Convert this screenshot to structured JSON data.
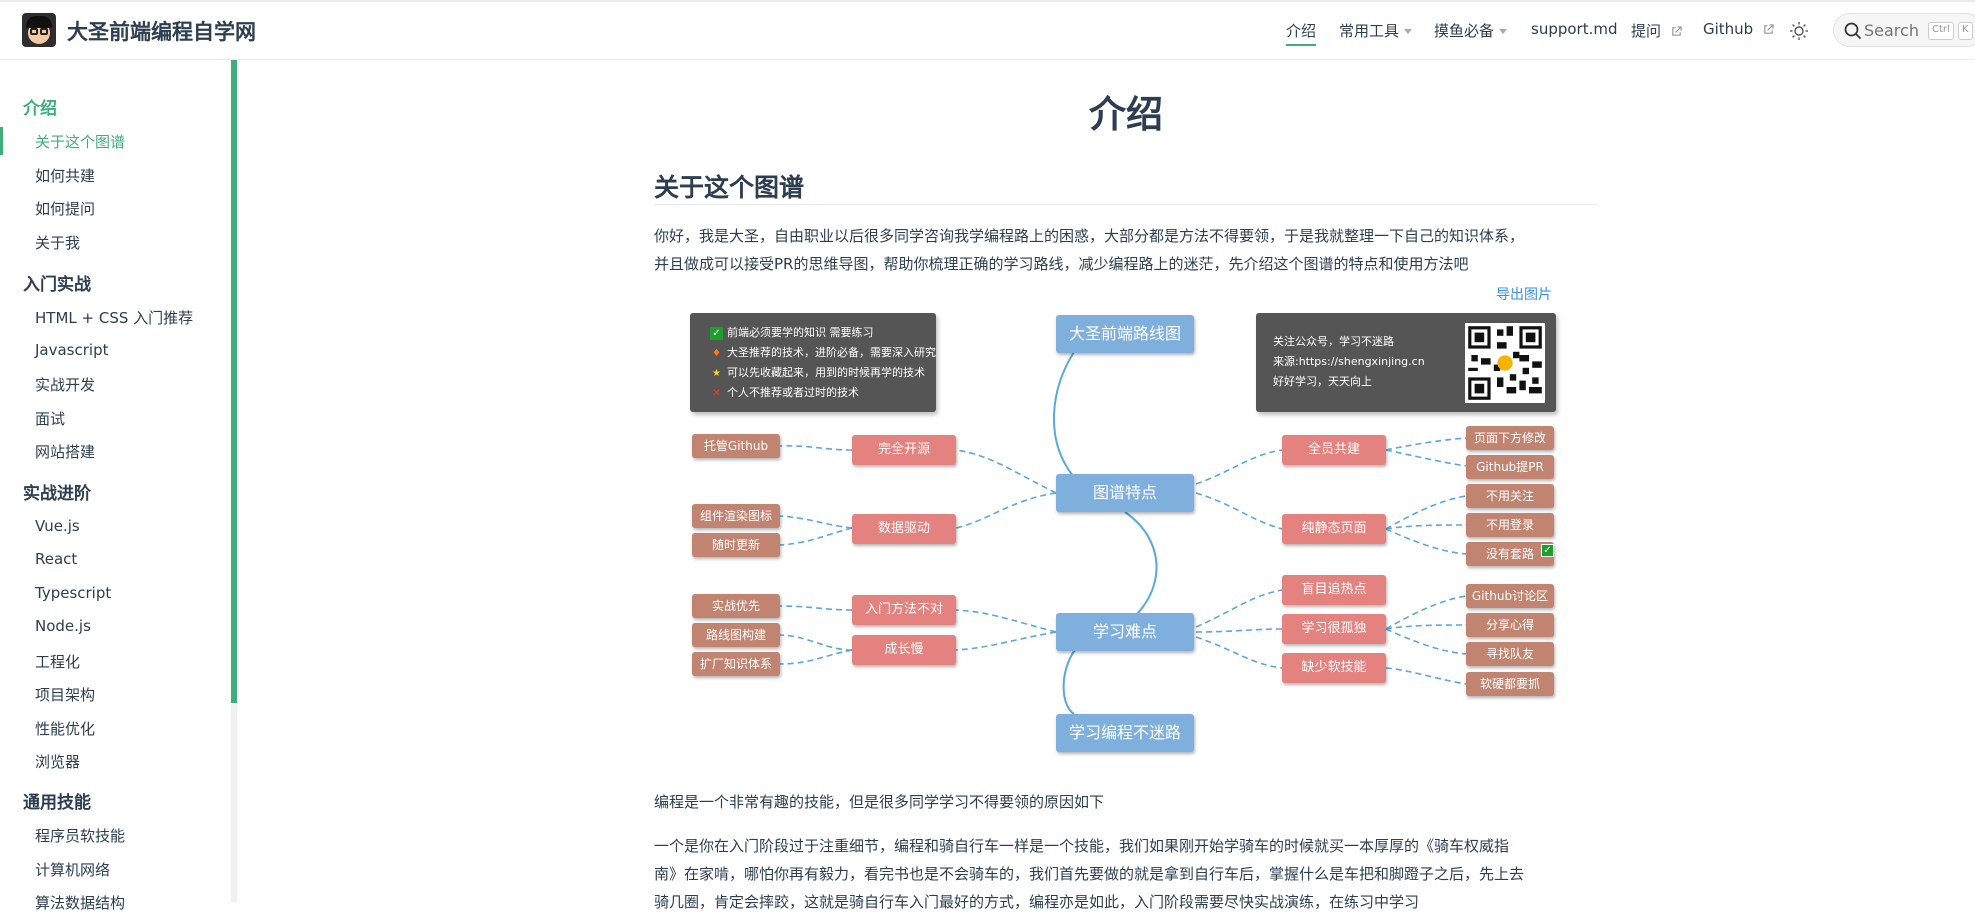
{
  "site": {
    "title": "大圣前端编程自学网"
  },
  "nav": {
    "intro": "介绍",
    "tools": "常用工具",
    "fish": "摸鱼必备",
    "support": "support.md",
    "ask": "提问",
    "github": "Github",
    "search_placeholder": "Search",
    "kbd_ctrl": "Ctrl",
    "kbd_k": "K"
  },
  "sidebar": {
    "groups": [
      {
        "title": "介绍",
        "items": [
          "关于这个图谱",
          "如何共建",
          "如何提问",
          "关于我"
        ]
      },
      {
        "title": "入门实战",
        "items": [
          "HTML + CSS 入门推荐",
          "Javascript",
          "实战开发",
          "面试",
          "网站搭建"
        ]
      },
      {
        "title": "实战进阶",
        "items": [
          "Vue.js",
          "React",
          "Typescript",
          "Node.js",
          "工程化",
          "项目架构",
          "性能优化",
          "浏览器"
        ]
      },
      {
        "title": "通用技能",
        "items": [
          "程序员软技能",
          "计算机网络",
          "算法数据结构"
        ]
      }
    ]
  },
  "content": {
    "page_title": "介绍",
    "section_title": "关于这个图谱",
    "intro_line1": "你好，我是大圣，自由职业以后很多同学咨询我学编程路上的困惑，大部分都是方法不得要领，于是我就整理一下自己的知识体系，",
    "intro_line2": "并且做成可以接受PR的思维导图，帮助你梳理正确的学习路线，减少编程路上的迷茫，先介绍这个图谱的特点和使用方法吧",
    "export_link": "导出图片",
    "after_map": "编程是一个非常有趣的技能，但是很多同学学习不得要领的原因如下",
    "p3_line1": "一个是你在入门阶段过于注重细节，编程和骑自行车一样是一个技能，我们如果刚开始学骑车的时候就买一本厚厚的《骑车权威指",
    "p3_line2": "南》在家啃，哪怕你再有毅力，看完书也是不会骑车的，我们首先要做的就是拿到自行车后，掌握什么是车把和脚蹬子之后，先上去",
    "p3_line3": "骑几圈，肯定会摔跤，这就是骑自行车入门最好的方式，编程亦是如此，入门阶段需要尽快实战演练，在练习中学习"
  },
  "mindmap": {
    "legend": [
      {
        "icon": "check-icon",
        "text": "前端必须要学的知识 需要练习"
      },
      {
        "icon": "fire-icon",
        "text": "大圣推荐的技术，进阶必备，需要深入研究"
      },
      {
        "icon": "star-icon",
        "text": "可以先收藏起来，用到的时候再学的技术"
      },
      {
        "icon": "cross-icon",
        "text": "个人不推荐或者过时的技术"
      }
    ],
    "qr": {
      "line1": "关注公众号，学习不迷路",
      "line2": "来源:https://shengxinjing.cn",
      "line3": "好好学习，天天向上"
    },
    "root": "大圣前端路线图",
    "feature": "图谱特点",
    "difficulty": "学习难点",
    "bottom": "学习编程不迷路",
    "left_pink": [
      "完全开源",
      "数据驱动",
      "入门方法不对",
      "成长慢"
    ],
    "left_brown": [
      "托管Github",
      "组件渲染图标",
      "随时更新",
      "实战优先",
      "路线图构建",
      "扩厂知识体系"
    ],
    "right_pink": [
      "全员共建",
      "纯静态页面",
      "盲目追热点",
      "学习很孤独",
      "缺少软技能"
    ],
    "right_brown": [
      "页面下方修改",
      "Github提PR",
      "不用关注",
      "不用登录",
      "没有套路",
      "Github讨论区",
      "分享心得",
      "寻找队友",
      "软硬都要抓"
    ],
    "colors": {
      "blue": "#7fb0dd",
      "pink": "#e3827f",
      "brown": "#c08470",
      "line": "#5aa7dc"
    }
  }
}
